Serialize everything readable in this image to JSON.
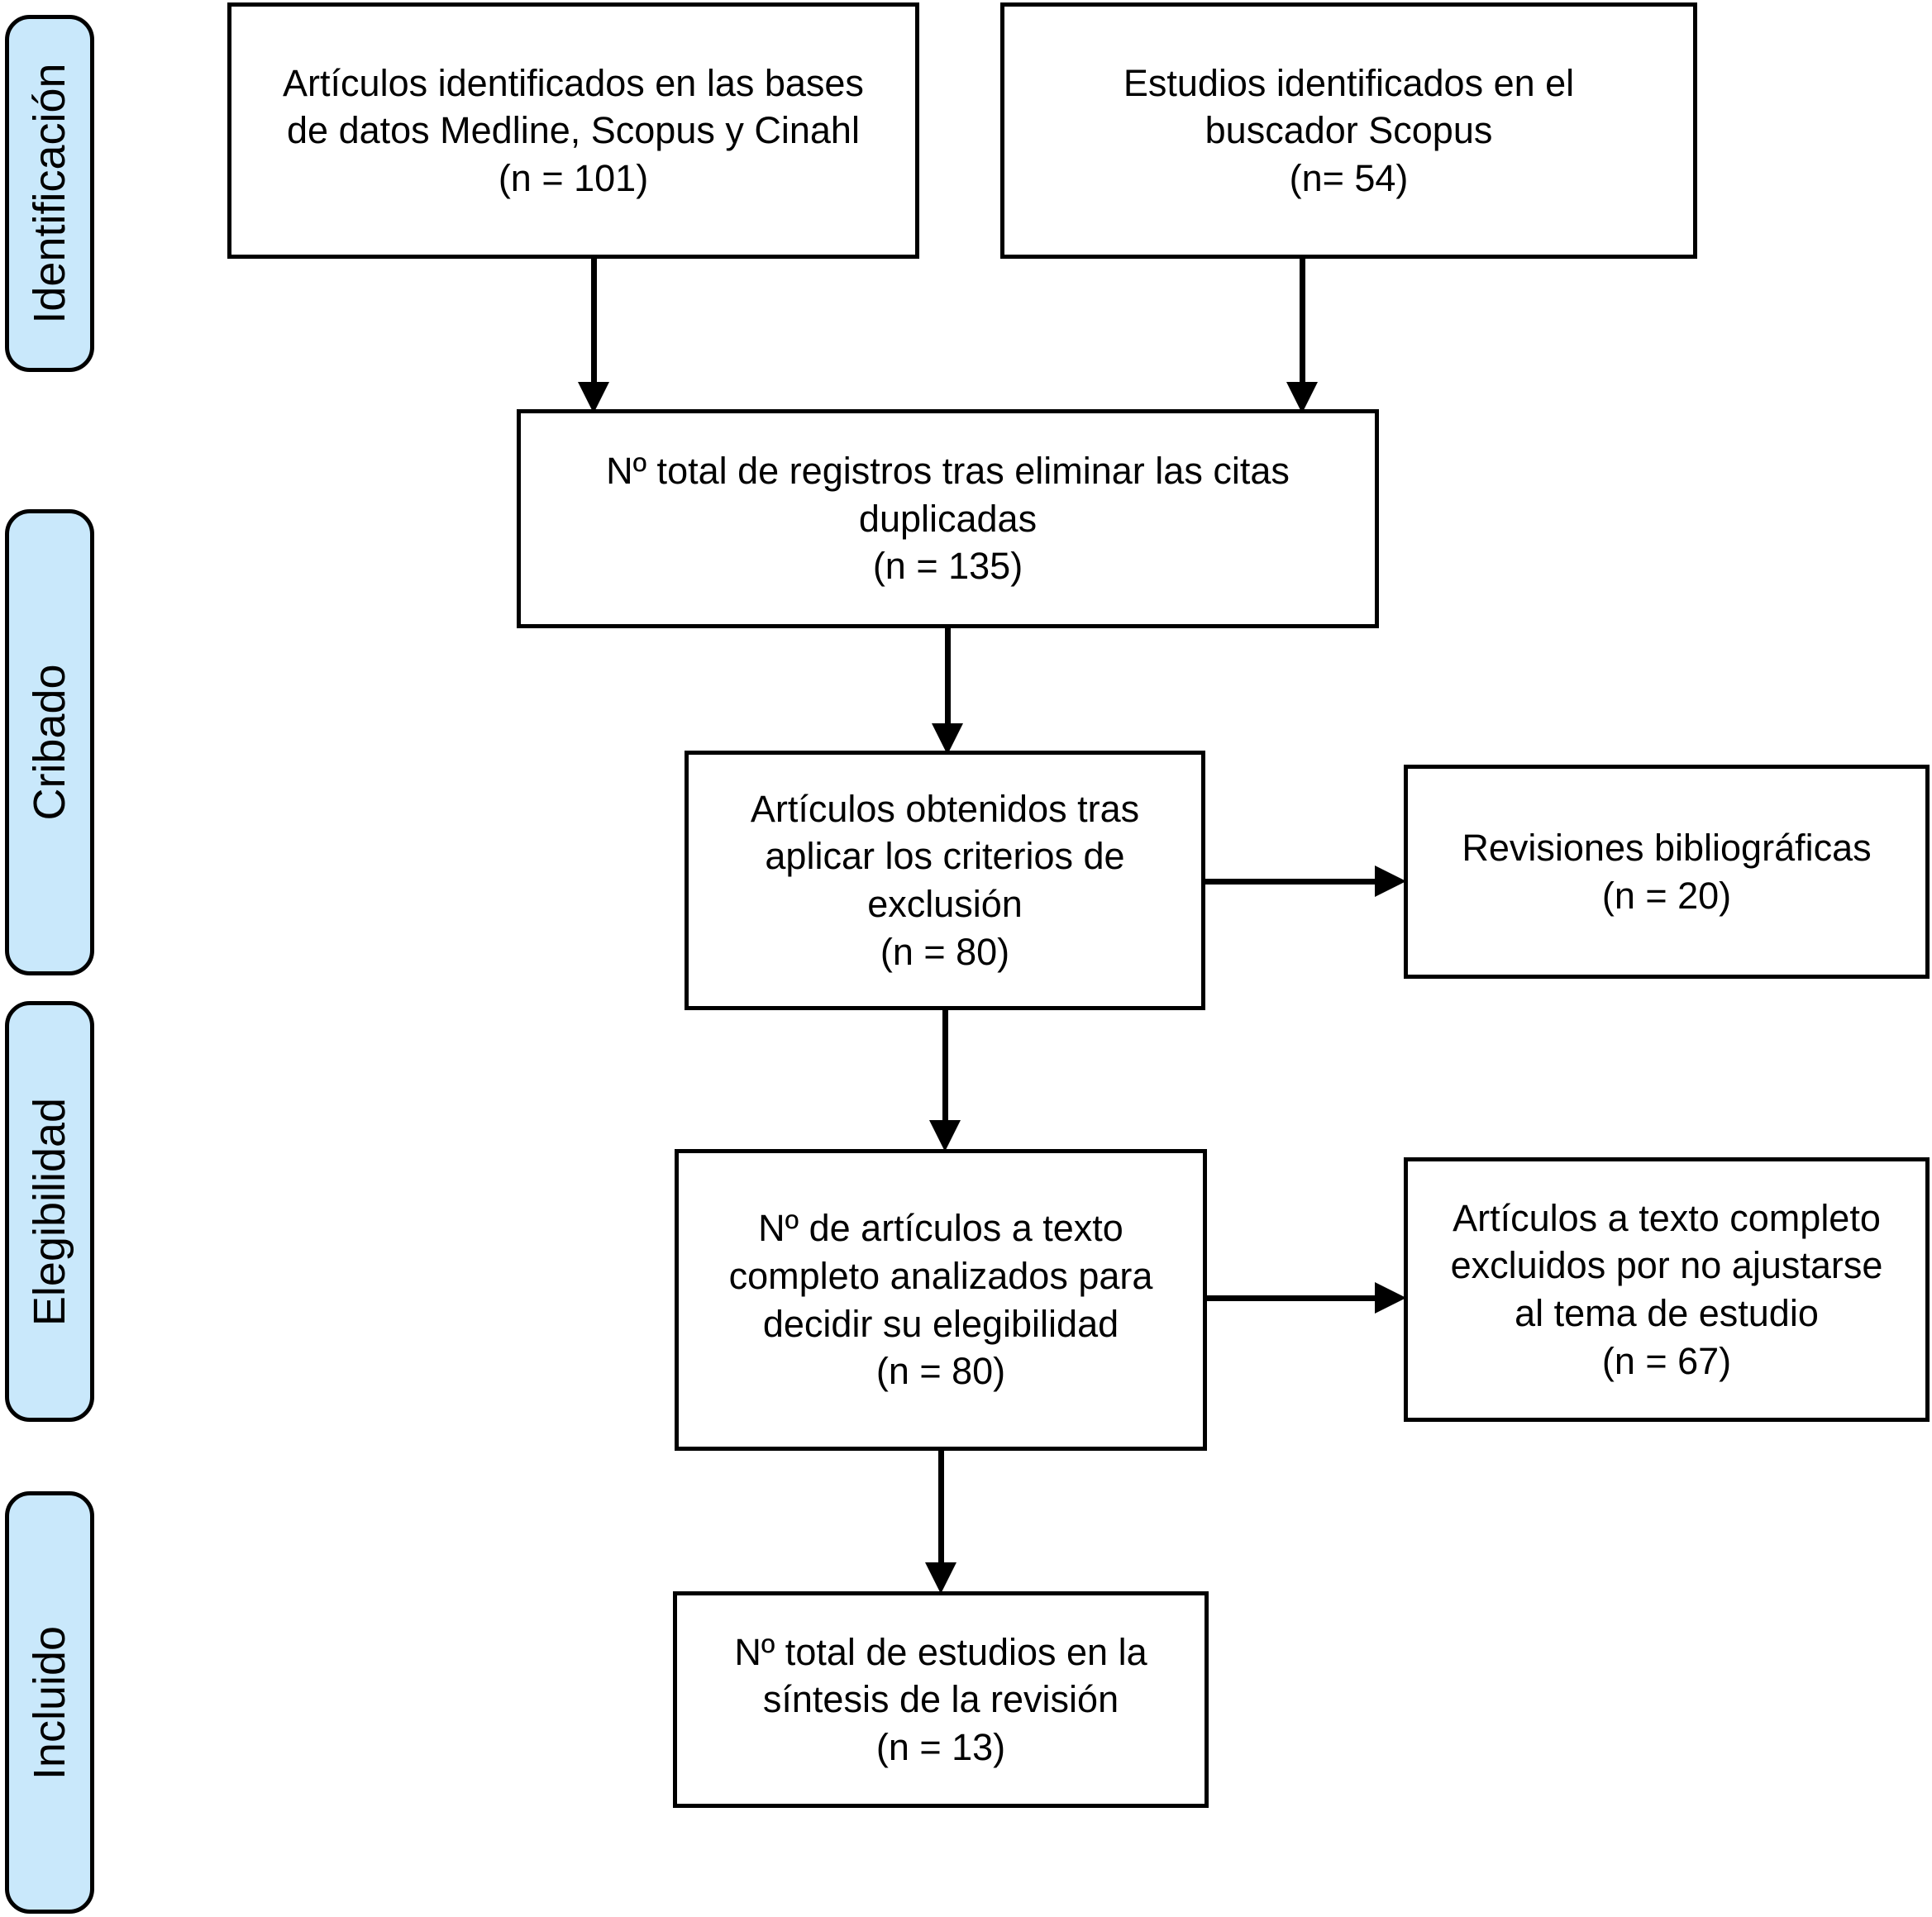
{
  "colors": {
    "stage_fill": "#c9e8fb",
    "stroke": "#000000",
    "background": "#ffffff"
  },
  "stages": [
    {
      "label": "Identificación"
    },
    {
      "label": "Cribado"
    },
    {
      "label": "Elegibilidad"
    },
    {
      "label": "Incluido"
    }
  ],
  "boxes": {
    "identified_databases": {
      "lines": [
        "Artículos identificados en las bases",
        "de datos Medline, Scopus y Cinahl",
        "(n = 101)"
      ]
    },
    "identified_scopus": {
      "lines": [
        "Estudios identificados en el",
        "buscador Scopus",
        "(n= 54)"
      ]
    },
    "deduplicated": {
      "lines": [
        "Nº total de registros tras eliminar las citas",
        "duplicadas",
        "(n = 135)"
      ]
    },
    "after_exclusion": {
      "lines": [
        "Artículos obtenidos tras",
        "aplicar los criterios de",
        "exclusión",
        "(n = 80)"
      ]
    },
    "literature_reviews": {
      "lines": [
        "Revisiones bibliográficas",
        "(n = 20)"
      ]
    },
    "fulltext_assessed": {
      "lines": [
        "Nº de artículos a texto",
        "completo analizados para",
        "decidir su elegibilidad",
        "(n = 80)"
      ]
    },
    "fulltext_excluded": {
      "lines": [
        "Artículos a texto completo",
        "excluidos por no ajustarse",
        "al tema de estudio",
        "(n = 67)"
      ]
    },
    "included_synthesis": {
      "lines": [
        "Nº total de estudios en la",
        "síntesis de la revisión",
        "(n = 13)"
      ]
    }
  }
}
